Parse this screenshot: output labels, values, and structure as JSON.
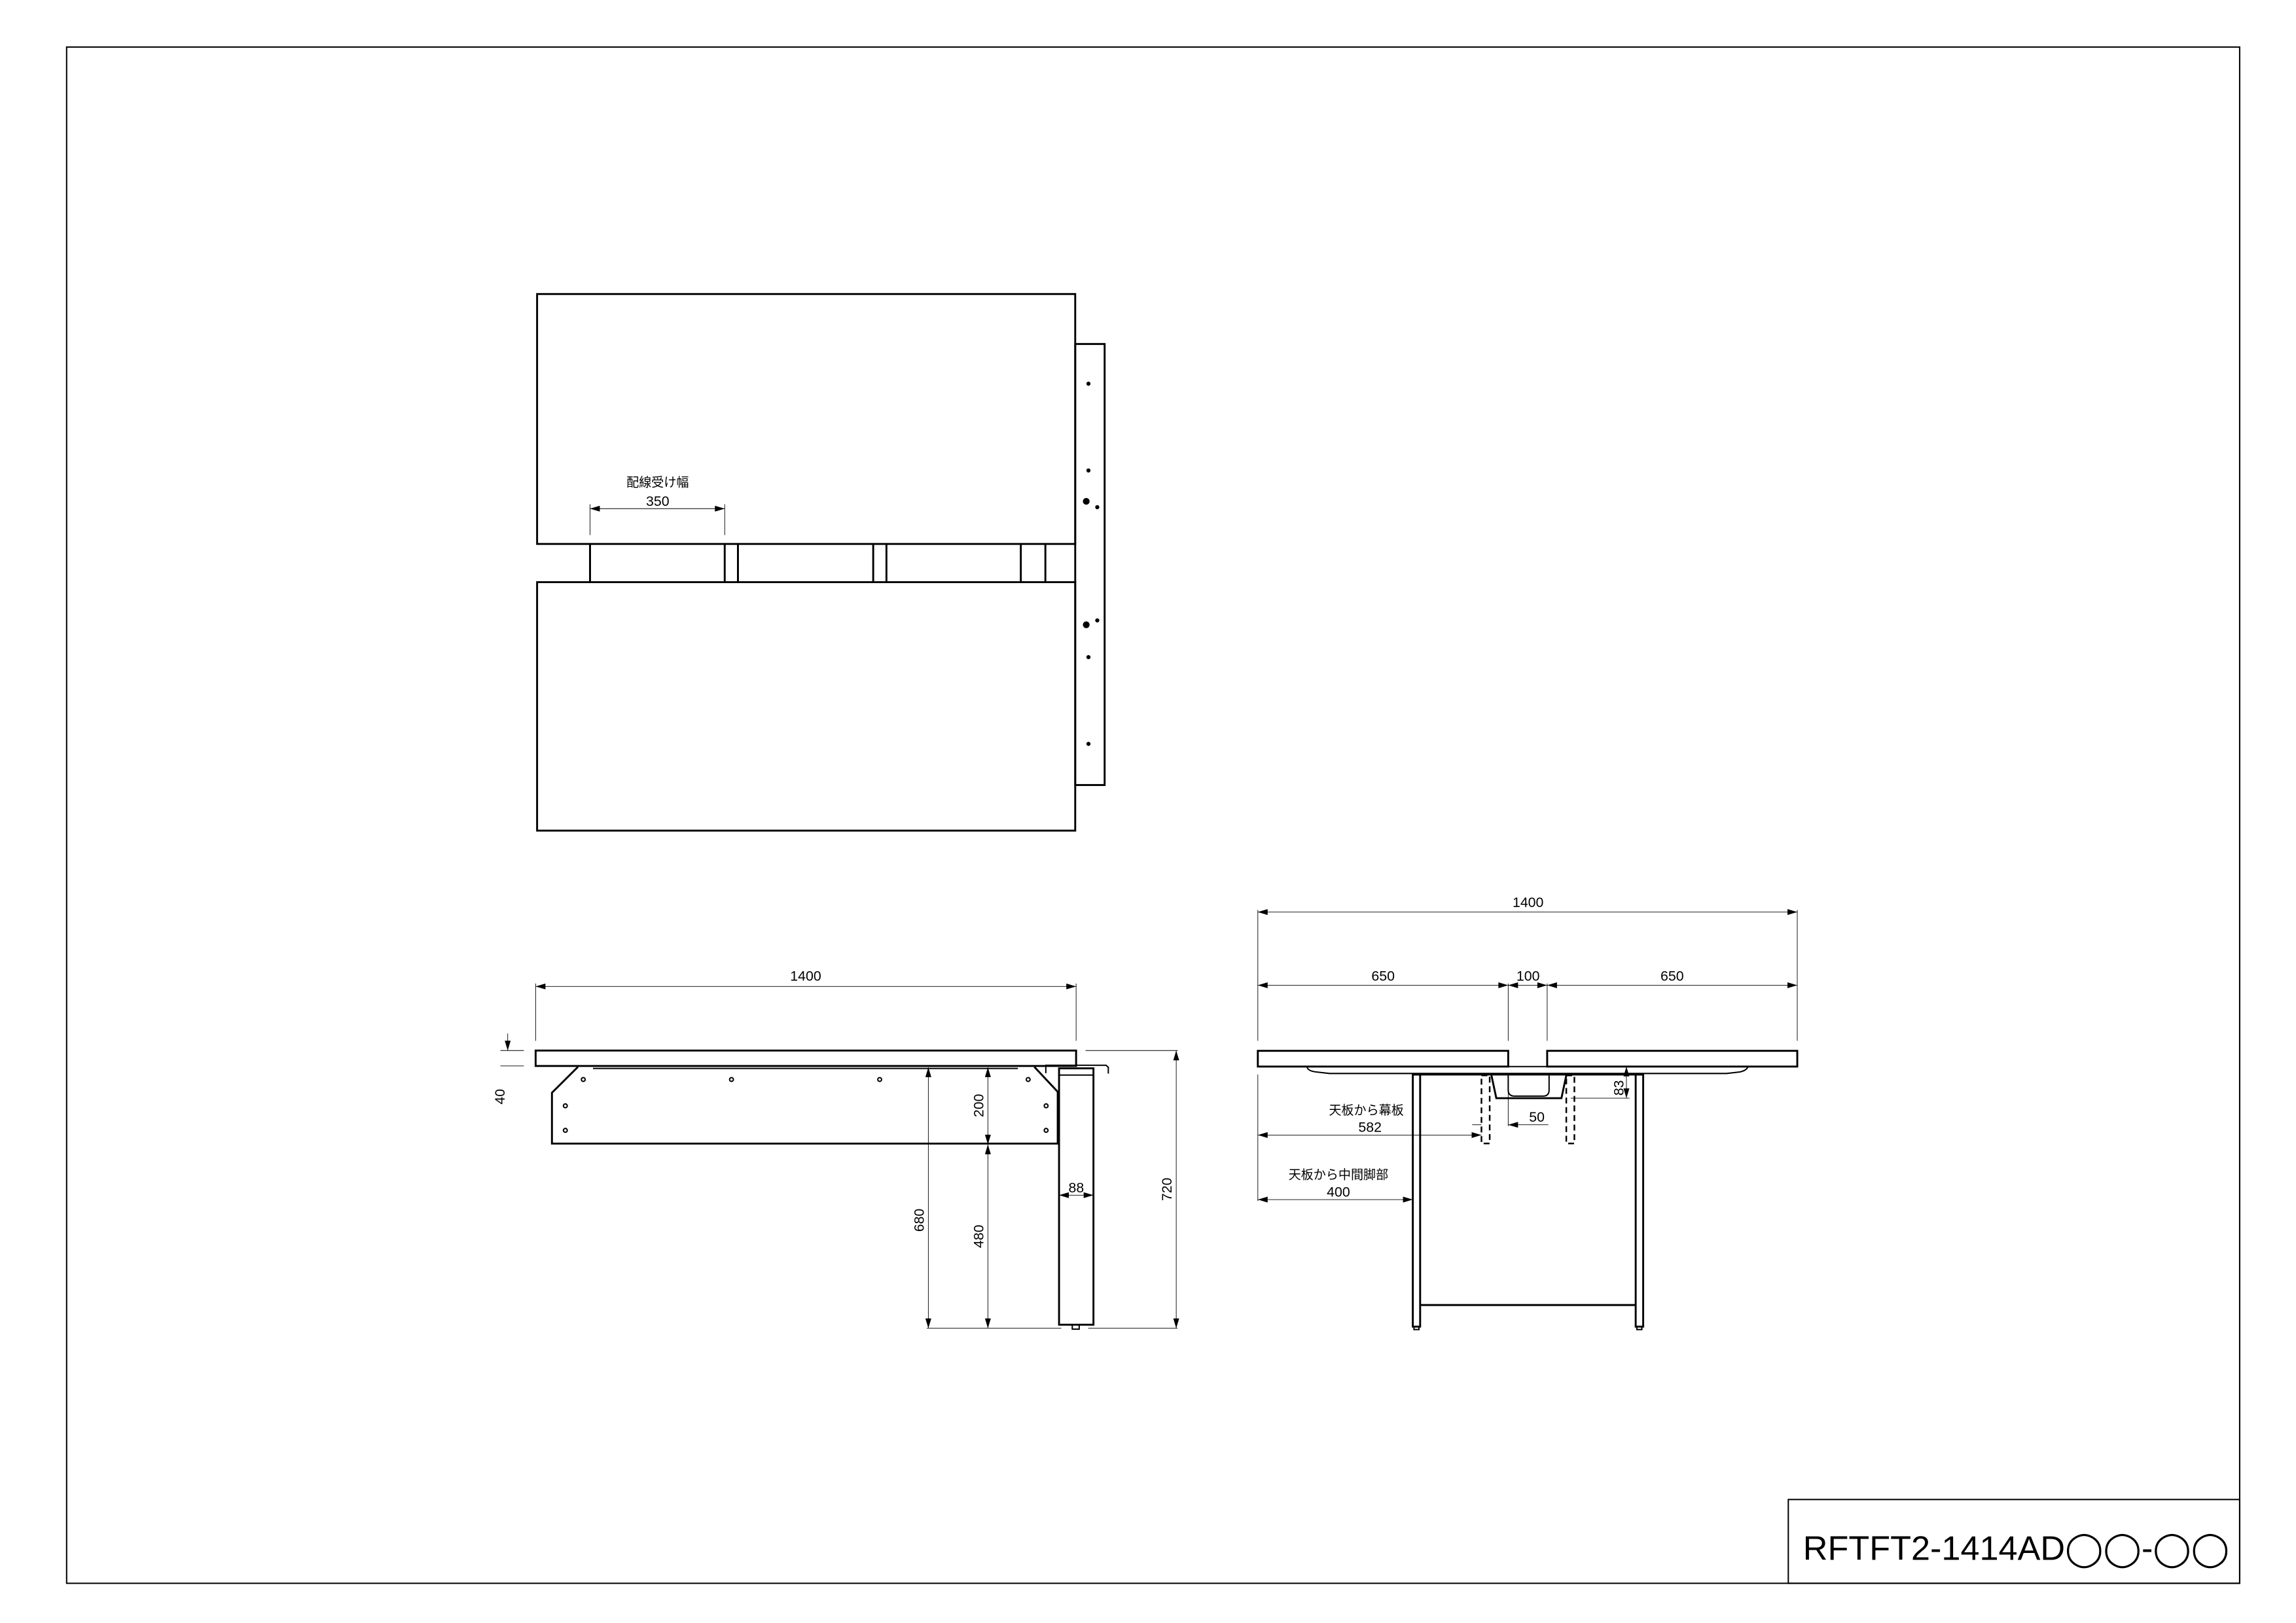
{
  "title_block": {
    "drawing_number": "RFTFT2-1414AD◯◯-◯◯"
  },
  "top_view": {
    "wiring_label": "配線受け幅",
    "wiring_width": "350"
  },
  "side_view": {
    "width": "1400",
    "top_thickness": "40",
    "apron_height": "200",
    "apron_clearance": "480",
    "leg_clearance": "680",
    "leg_width": "88",
    "total_height": "720"
  },
  "front_view": {
    "total_depth": "1400",
    "left_depth": "650",
    "gap": "100",
    "right_depth": "650",
    "tray_depth": "83",
    "tray_offset": "50",
    "apron_label": "天板から幕板",
    "apron_distance": "582",
    "mid_leg_label": "天板から中間脚部",
    "mid_leg_distance": "400"
  }
}
